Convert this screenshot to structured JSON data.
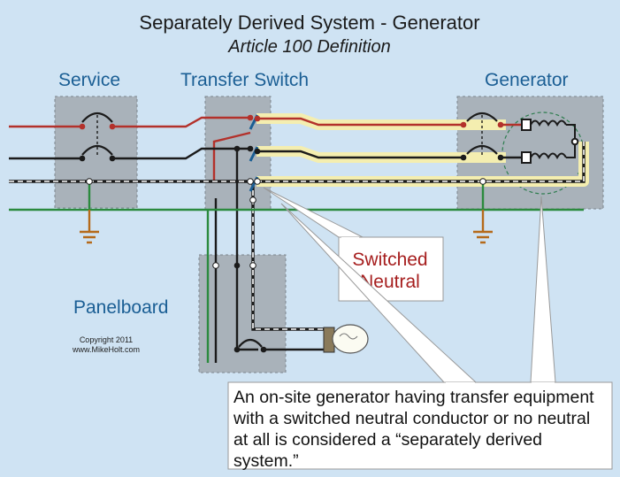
{
  "title": "Separately Derived System - Generator",
  "subtitle": "Article 100 Definition",
  "labels": {
    "service": "Service",
    "transfer_switch": "Transfer Switch",
    "generator": "Generator",
    "panelboard": "Panelboard",
    "switched_line1": "Switched",
    "switched_line2": "Neutral",
    "copyright_line1": "Copyright 2011",
    "copyright_line2": "www.MikeHolt.com"
  },
  "callout": "An on-site generator having transfer equipment with a switched neutral conductor or no neutral at all is considered a “separately derived system.”",
  "colors": {
    "background": "#cfe3f3",
    "box_fill": "#a9b2ba",
    "hot_red": "#b3312b",
    "ground_green": "#2b8a3e",
    "ground_orange": "#b56a1a",
    "highlight": "#f4eeb0",
    "label_blue": "#1a5e94",
    "label_red": "#a61e1e"
  }
}
